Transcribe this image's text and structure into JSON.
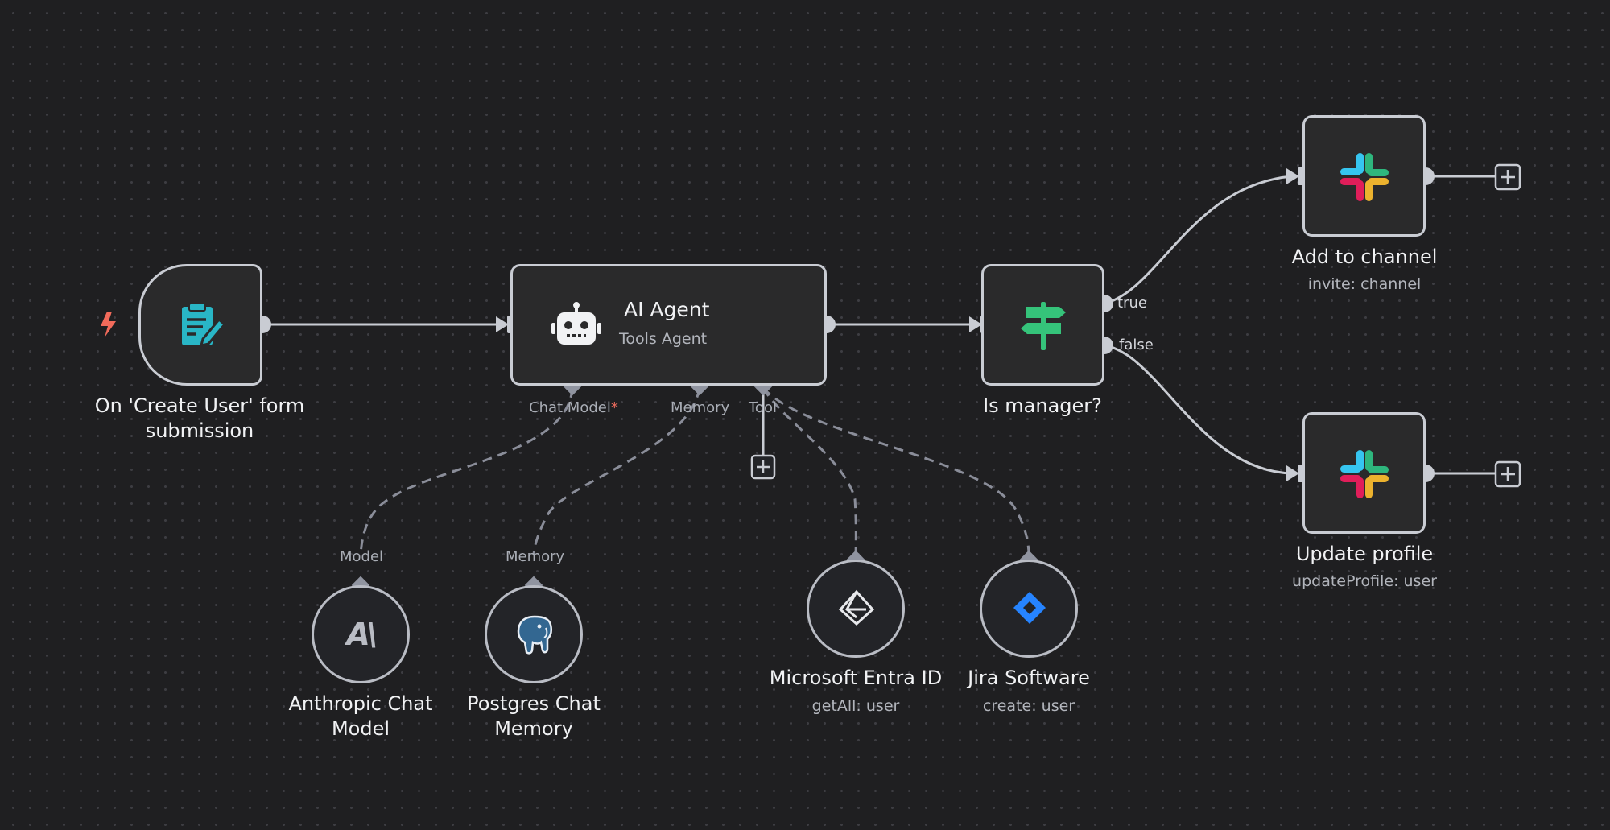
{
  "nodes": {
    "form_trigger": {
      "label_line1": "On 'Create User' form",
      "label_line2": "submission"
    },
    "ai_agent": {
      "title": "AI Agent",
      "subtitle": "Tools Agent",
      "ports": {
        "chat_model": "Chat Model",
        "chat_model_required": "*",
        "memory": "Memory",
        "tool": "Tool"
      }
    },
    "is_manager": {
      "label": "Is manager?",
      "out_true": "true",
      "out_false": "false"
    },
    "add_to_channel": {
      "label": "Add to channel",
      "subtitle": "invite: channel"
    },
    "update_profile": {
      "label": "Update profile",
      "subtitle": "updateProfile: user"
    },
    "anthropic": {
      "port_label": "Model",
      "label_line1": "Anthropic Chat",
      "label_line2": "Model",
      "icon_text": "A\\"
    },
    "postgres": {
      "port_label": "Memory",
      "label_line1": "Postgres Chat",
      "label_line2": "Memory"
    },
    "entra": {
      "label": "Microsoft Entra ID",
      "subtitle": "getAll: user"
    },
    "jira": {
      "label": "Jira Software",
      "subtitle": "create: user"
    }
  },
  "icons": {
    "trigger": "lightning-icon",
    "form": "form-icon",
    "agent": "robot-icon",
    "if": "signpost-icon",
    "slack": "slack-icon",
    "anthropic": "anthropic-icon",
    "postgres": "postgres-elephant-icon",
    "entra": "entra-icon",
    "jira": "jira-icon",
    "add": "plus-icon"
  },
  "colors": {
    "trigger": "#f26b5b",
    "form": "#29b6c6",
    "if": "#35c37a",
    "slack_blue": "#36c5f0",
    "slack_green": "#2eb67d",
    "slack_red": "#e01e5a",
    "slack_yellow": "#ecb22e",
    "jira": "#2684ff",
    "postgres": "#336791",
    "connection": "#c9ccd3",
    "ai_connection": "#8a8d99"
  }
}
